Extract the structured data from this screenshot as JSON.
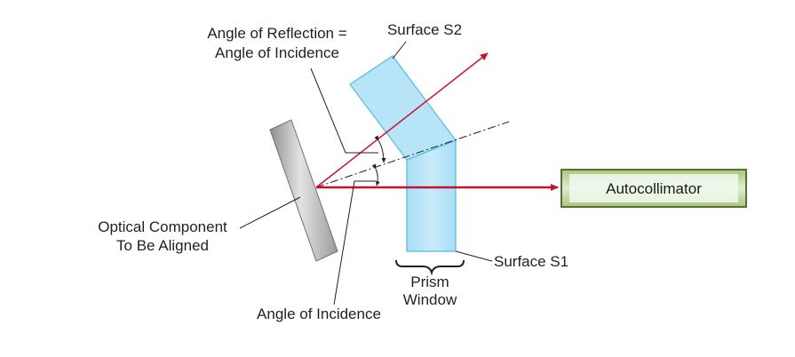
{
  "labels": {
    "angle_reflection_line1": "Angle of Reflection =",
    "angle_reflection_line2": "Angle of Incidence",
    "surface_s2": "Surface S2",
    "surface_s1": "Surface S1",
    "optical_component_line1": "Optical Component",
    "optical_component_line2": "To Be Aligned",
    "angle_incidence": "Angle of Incidence",
    "prism_line1": "Prism",
    "prism_line2": "Window",
    "autocollimator": "Autocollimator"
  },
  "colors": {
    "beam": "#c8102e",
    "prism_fill": "#b5e3f7",
    "prism_stroke": "#4fb8e0",
    "mirror_fill": "#b8b9bb",
    "autocollimator_fill": "#cde6c2",
    "autocollimator_border": "#7a8a4a"
  }
}
